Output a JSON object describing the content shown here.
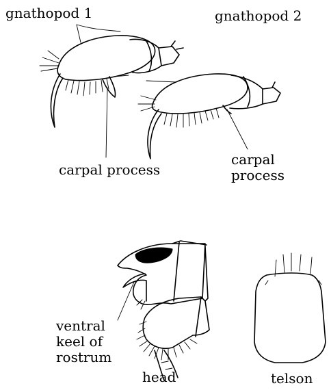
{
  "labels": {
    "gnathopod1": "gnathopod 1",
    "gnathopod2": "gnathopod 2",
    "carpal_process_1": "carpal process",
    "carpal_process_2": [
      "carpal",
      "process"
    ],
    "ventral_keel": [
      "ventral",
      "keel of",
      "rostrum"
    ],
    "head": "head",
    "telson": "telson"
  }
}
